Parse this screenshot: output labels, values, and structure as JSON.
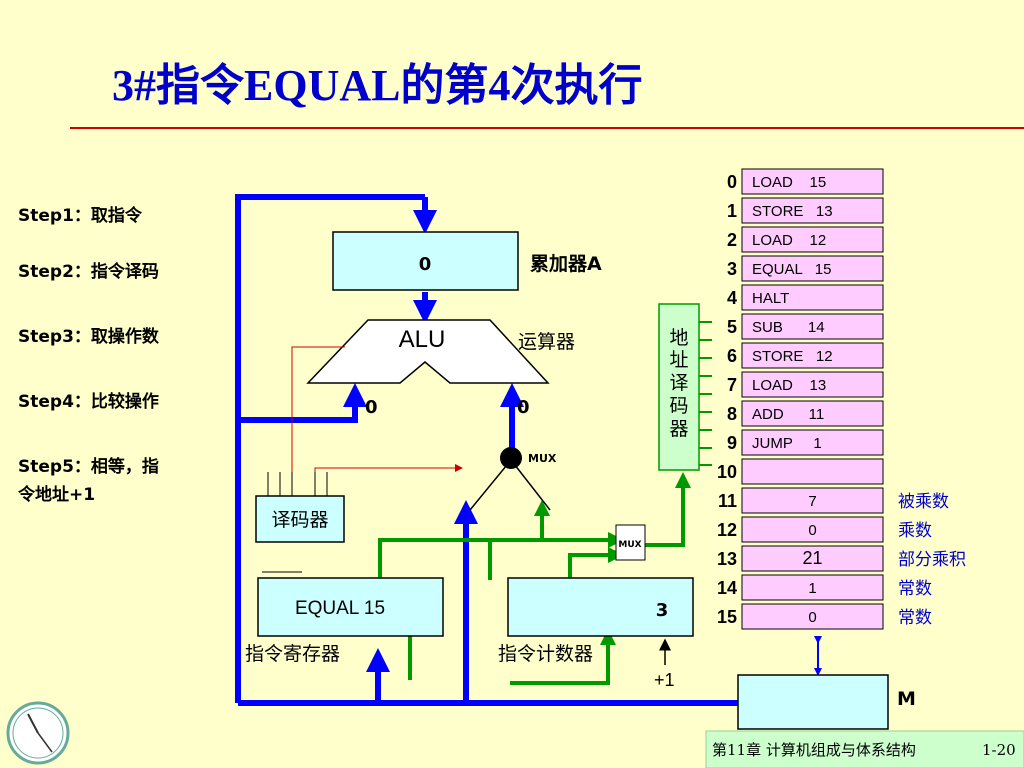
{
  "title": "3#指令EQUAL的第4次执行",
  "colors": {
    "background": "#FFFFCC",
    "title": "#0000CC",
    "blue_bus": "#0000FF",
    "green_bus": "#009900",
    "red_line": "#CC0000",
    "box_fill": "#CCFFFF",
    "memory_fill": "#FFCCFF"
  },
  "steps": [
    "Step1：取指令",
    "Step2：指令译码",
    "Step3：取操作数",
    "Step4：比较操作",
    "Step5：相等，指",
    "令地址+1"
  ],
  "accumulator": {
    "value": "0",
    "label": "累加器A"
  },
  "alu": {
    "label": "ALU",
    "side_label": "运算器",
    "left_input": "0",
    "right_input": "0"
  },
  "mux_upper_label": "MUX",
  "mux_lower_label": "MUX",
  "decoder_label": "译码器",
  "instruction_register": {
    "content": "EQUAL 15",
    "label": "指令寄存器"
  },
  "program_counter": {
    "value": "3",
    "label": "指令计数器",
    "increment": "+1"
  },
  "address_decoder_label": [
    "地",
    "址",
    "译",
    "码",
    "器"
  ],
  "memory_label": "M",
  "memory": [
    {
      "address": "0",
      "content": "LOAD    15",
      "note": ""
    },
    {
      "address": "1",
      "content": "STORE   13",
      "note": ""
    },
    {
      "address": "2",
      "content": "LOAD    12",
      "note": ""
    },
    {
      "address": "3",
      "content": "EQUAL   15",
      "note": ""
    },
    {
      "address": "4",
      "content": "HALT",
      "note": ""
    },
    {
      "address": "5",
      "content": "SUB      14",
      "note": ""
    },
    {
      "address": "6",
      "content": "STORE   12",
      "note": ""
    },
    {
      "address": "7",
      "content": "LOAD    13",
      "note": ""
    },
    {
      "address": "8",
      "content": "ADD      11",
      "note": ""
    },
    {
      "address": "9",
      "content": "JUMP     1",
      "note": ""
    },
    {
      "address": "10",
      "content": "",
      "note": ""
    },
    {
      "address": "11",
      "content": "7",
      "note": "被乘数"
    },
    {
      "address": "12",
      "content": "0",
      "note": "乘数"
    },
    {
      "address": "13",
      "content": "21",
      "note": "部分乘积"
    },
    {
      "address": "14",
      "content": "1",
      "note": "常数"
    },
    {
      "address": "15",
      "content": "0",
      "note": "常数"
    }
  ],
  "footer": {
    "chapter": "第11章 计算机组成与体系结构",
    "page": "1-20"
  }
}
